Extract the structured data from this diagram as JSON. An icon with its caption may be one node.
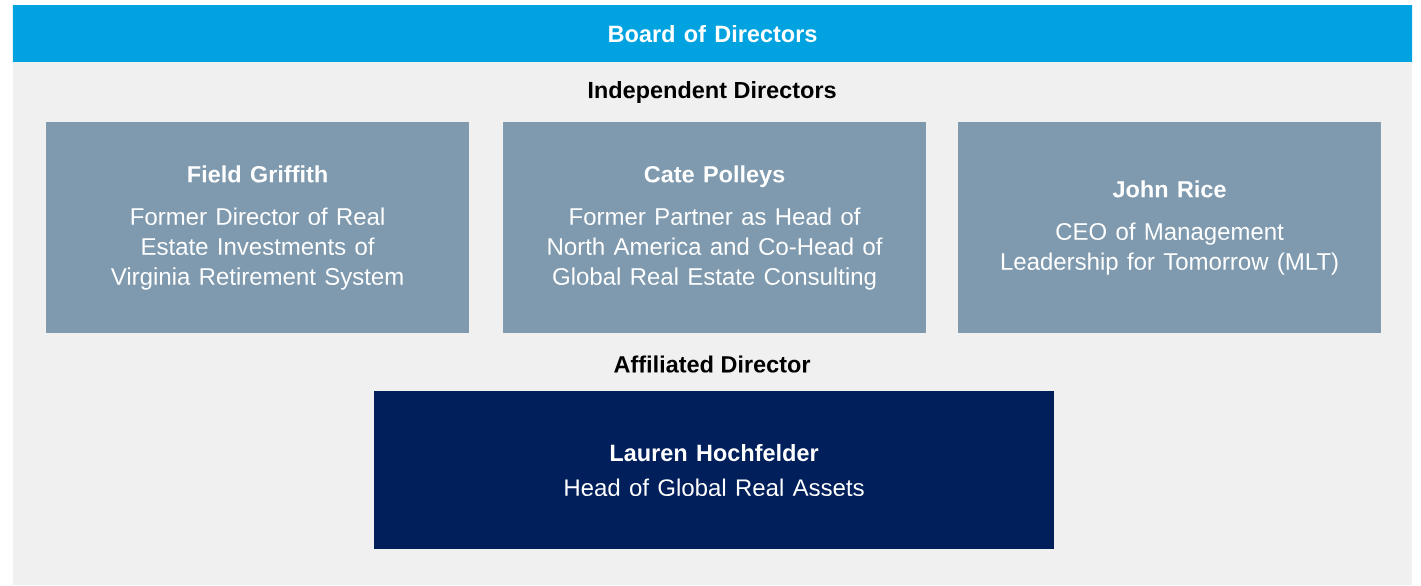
{
  "diagram": {
    "nodes": [
      {
        "text": [
          "Board of Directors"
        ]
      },
      {
        "text": [
          "Field Griffith",
          "Former Director of Real Estate Investments of Virginia Retirement System"
        ]
      },
      {
        "text": [
          "Cate Polleys",
          "Former Partner as Head of North America and Co-Head of Global Real Estate Consulting"
        ]
      },
      {
        "text": [
          "John Rice",
          "CEO of Management Leadership for Tomorrow (MLT)"
        ]
      },
      {
        "text": [
          "Lauren Hochfelder",
          "Head of Global Real Assets"
        ]
      }
    ],
    "edges": [],
    "labels": [
      "Independent Directors",
      "Affiliated Director"
    ]
  }
}
